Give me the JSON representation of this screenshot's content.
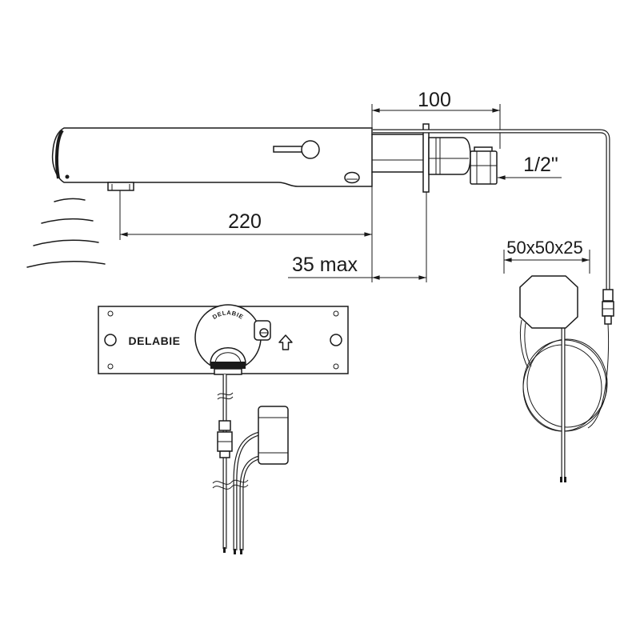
{
  "dimensions": {
    "wall_to_fitting": "100",
    "thread": "1/2\"",
    "spout_length": "220",
    "wall_thickness": "35 max",
    "box_size": "50x50x25"
  },
  "labels": {
    "plate_brand": "DELABIE",
    "knob_brand": "DELABIE"
  },
  "colors": {
    "line": "#1a1a1a",
    "background": "#ffffff"
  }
}
